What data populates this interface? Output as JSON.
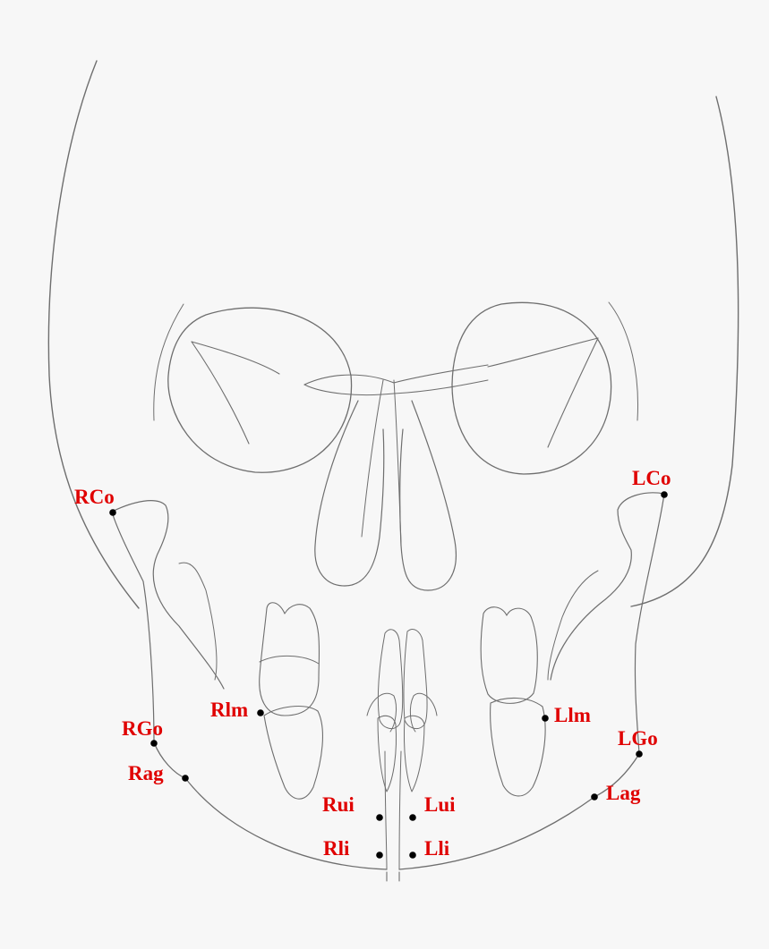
{
  "colors": {
    "paper": "#f7f7f7",
    "pencil": "#6e6e6e",
    "label": "#e00000",
    "landmark": "#000000"
  },
  "landmarks": {
    "RCo": "RCo",
    "LCo": "LCo",
    "Rlm": "Rlm",
    "Llm": "Llm",
    "RGo": "RGo",
    "LGo": "LGo",
    "Rag": "Rag",
    "Lag": "Lag",
    "Rui": "Rui",
    "Lui": "Lui",
    "Rli": "Rli",
    "Lli": "Lli"
  }
}
